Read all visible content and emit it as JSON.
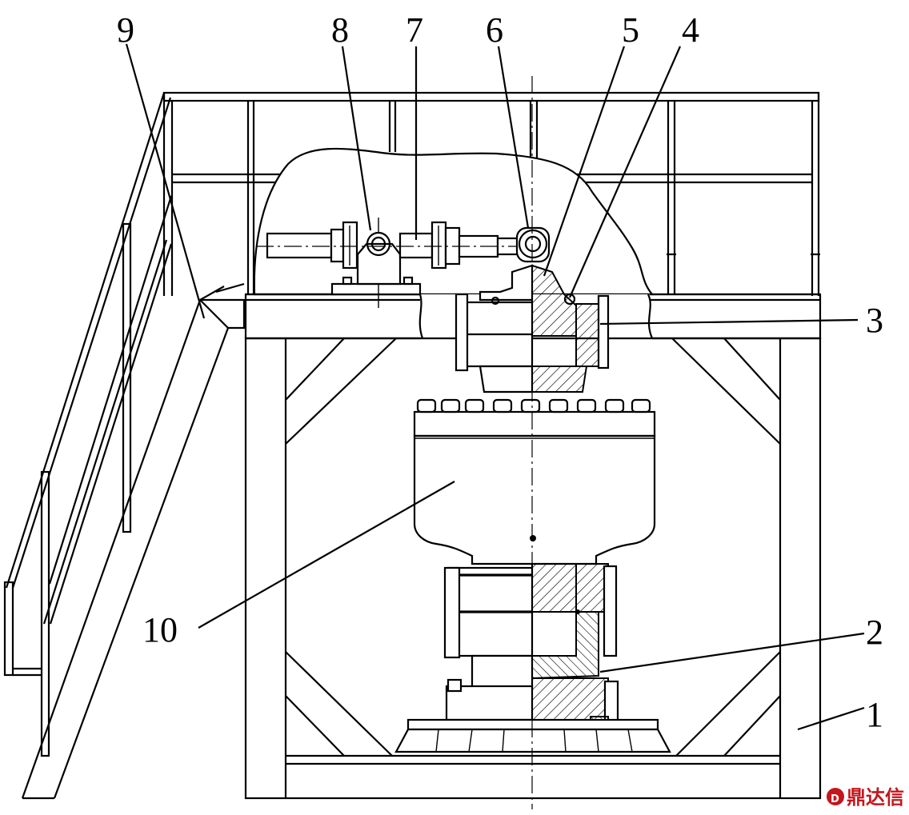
{
  "callouts": [
    {
      "id": "1",
      "text": "1"
    },
    {
      "id": "2",
      "text": "2"
    },
    {
      "id": "3",
      "text": "3"
    },
    {
      "id": "4",
      "text": "4"
    },
    {
      "id": "5",
      "text": "5"
    },
    {
      "id": "6",
      "text": "6"
    },
    {
      "id": "7",
      "text": "7"
    },
    {
      "id": "8",
      "text": "8"
    },
    {
      "id": "9",
      "text": "9"
    },
    {
      "id": "10",
      "text": "10"
    }
  ],
  "watermark": {
    "text": "鼎达信",
    "color": "#c4161c"
  }
}
